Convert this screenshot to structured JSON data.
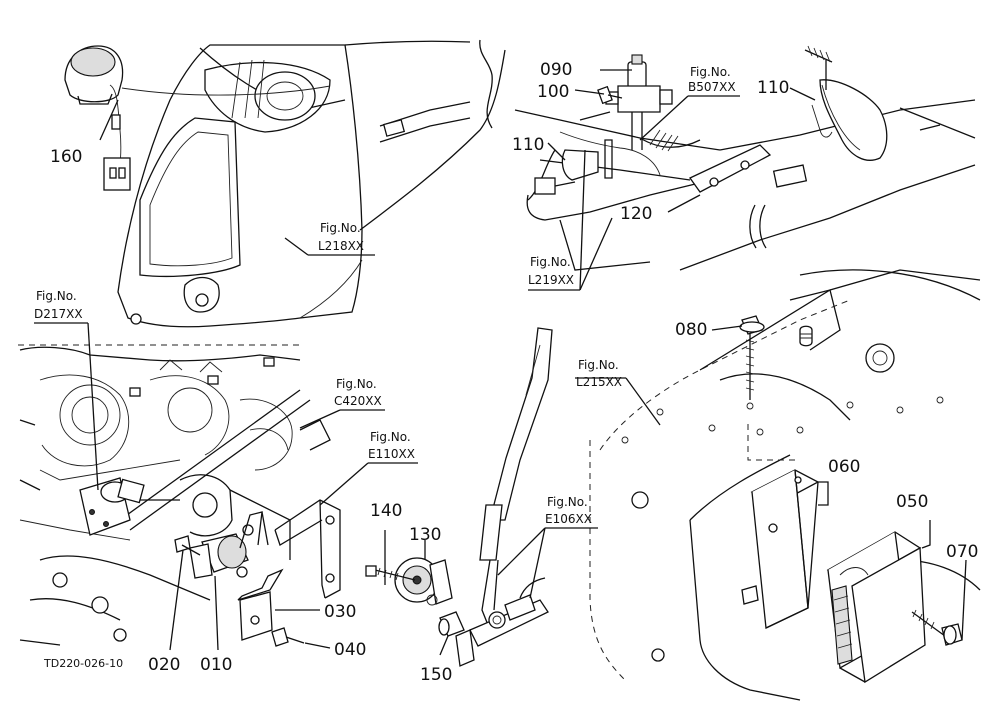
{
  "part_numbers": {
    "p160": "160",
    "p090": "090",
    "p100": "100",
    "p110a": "110",
    "p110b": "110",
    "p120": "120",
    "p080": "080",
    "p060": "060",
    "p050": "050",
    "p070": "070",
    "p140": "140",
    "p130": "130",
    "p030": "030",
    "p040": "040",
    "p020": "020",
    "p010": "010",
    "p150": "150"
  },
  "figure_refs": {
    "b507": {
      "label": "Fig.No.",
      "code": "B507XX"
    },
    "l218": {
      "label": "Fig.No.",
      "code": "L218XX"
    },
    "l219": {
      "label": "Fig.No.",
      "code": "L219XX"
    },
    "d217": {
      "label": "Fig.No.",
      "code": "D217XX"
    },
    "c420": {
      "label": "Fig.No.",
      "code": "C420XX"
    },
    "e110": {
      "label": "Fig.No.",
      "code": "E110XX"
    },
    "e106": {
      "label": "Fig.No.",
      "code": "E106XX"
    },
    "l215": {
      "label": "Fig.No.",
      "code": "L215XX"
    }
  },
  "drawing_code": "TD220-026-10"
}
